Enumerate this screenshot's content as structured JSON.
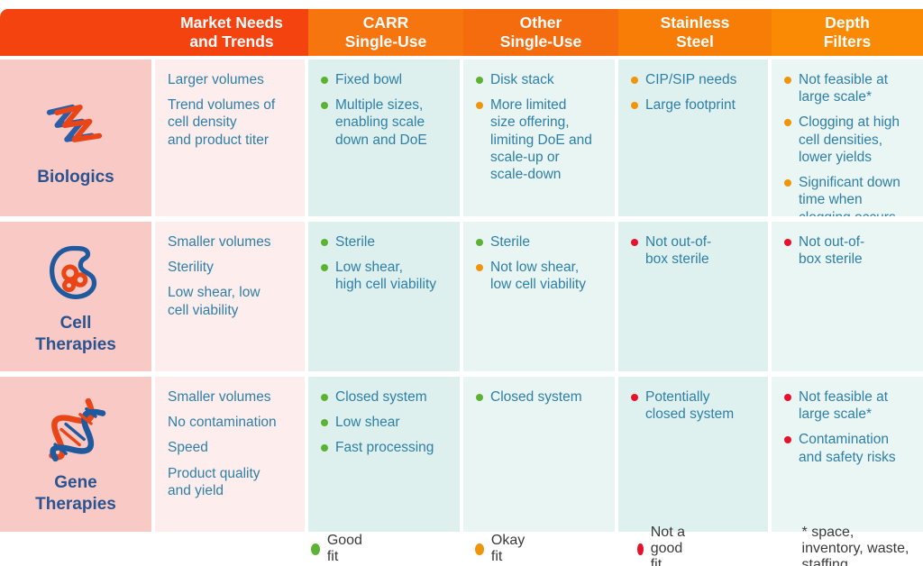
{
  "header": {
    "columns": [
      "",
      "Market Needs\nand Trends",
      "CARR\nSingle-Use",
      "Other\nSingle-Use",
      "Stainless\nSteel",
      "Depth\nFilters"
    ],
    "colors": [
      "#F4430E",
      "#F4430E",
      "#F7750F",
      "#F56C0F",
      "#F87D06",
      "#FA8A04"
    ]
  },
  "column_bg": {
    "icon": "#F9C9C6",
    "needs": "#FDEDEC",
    "carr": "#DDF0EE",
    "other": "#E8F5F3",
    "stainless": "#DFF1EF",
    "depth": "#E9F6F4"
  },
  "fit_colors": {
    "good": "#5CB233",
    "okay": "#F0940A",
    "bad": "#E8112D"
  },
  "text_colors": {
    "body": "#2F7FA6",
    "row_label": "#29548F",
    "header": "#FFFFFF"
  },
  "rows": [
    {
      "label": "Biologics",
      "icon": "protein-ribbon-icon",
      "needs": [
        "Larger volumes",
        "Trend volumes of\ncell density\nand product titer"
      ],
      "carr": {
        "items": [
          {
            "fit": "good",
            "text": "Fixed bowl"
          },
          {
            "fit": "good",
            "text": "Multiple sizes,\nenabling scale\ndown and DoE"
          }
        ]
      },
      "other": {
        "items": [
          {
            "fit": "good",
            "text": "Disk stack"
          },
          {
            "fit": "okay",
            "text": "More limited\nsize offering,\nlimiting DoE and\nscale-up or\nscale-down"
          }
        ]
      },
      "stainless": {
        "items": [
          {
            "fit": "okay",
            "text": "CIP/SIP needs"
          },
          {
            "fit": "okay",
            "text": "Large footprint"
          }
        ]
      },
      "depth": {
        "items": [
          {
            "fit": "okay",
            "text": "Not feasible at\nlarge scale*"
          },
          {
            "fit": "okay",
            "text": "Clogging at high\ncell densities,\nlower yields"
          },
          {
            "fit": "okay",
            "text": "Significant down\ntime when\nclogging occurs"
          }
        ]
      }
    },
    {
      "label": "Cell\nTherapies",
      "icon": "cell-icon",
      "needs": [
        "Smaller volumes",
        "Sterility",
        "Low shear, low\ncell viability"
      ],
      "carr": {
        "items": [
          {
            "fit": "good",
            "text": "Sterile"
          },
          {
            "fit": "good",
            "text": "Low shear,\nhigh cell viability"
          }
        ]
      },
      "other": {
        "items": [
          {
            "fit": "good",
            "text": "Sterile"
          },
          {
            "fit": "okay",
            "text": "Not low shear,\nlow cell viability"
          }
        ]
      },
      "stainless": {
        "items": [
          {
            "fit": "bad",
            "text": "Not out-of-\nbox sterile"
          }
        ]
      },
      "depth": {
        "items": [
          {
            "fit": "bad",
            "text": "Not out-of-\nbox sterile"
          }
        ]
      }
    },
    {
      "label": "Gene\nTherapies",
      "icon": "dna-helix-icon",
      "needs": [
        "Smaller volumes",
        "No contamination",
        "Speed",
        "Product quality\nand yield"
      ],
      "carr": {
        "items": [
          {
            "fit": "good",
            "text": "Closed system"
          },
          {
            "fit": "good",
            "text": "Low shear"
          },
          {
            "fit": "good",
            "text": "Fast processing"
          }
        ]
      },
      "other": {
        "items": [
          {
            "fit": "good",
            "text": "Closed system"
          }
        ]
      },
      "stainless": {
        "items": [
          {
            "fit": "bad",
            "text": "Potentially\nclosed system"
          }
        ]
      },
      "depth": {
        "items": [
          {
            "fit": "bad",
            "text": "Not feasible at\nlarge scale*"
          },
          {
            "fit": "bad",
            "text": "Contamination\nand safety risks"
          }
        ]
      }
    }
  ],
  "legend": {
    "items": [
      {
        "fit": "good",
        "label": "Good fit"
      },
      {
        "fit": "okay",
        "label": "Okay fit"
      },
      {
        "fit": "bad",
        "label": "Not a good fit"
      }
    ],
    "footnote": "* space, inventory, waste, staffing"
  }
}
